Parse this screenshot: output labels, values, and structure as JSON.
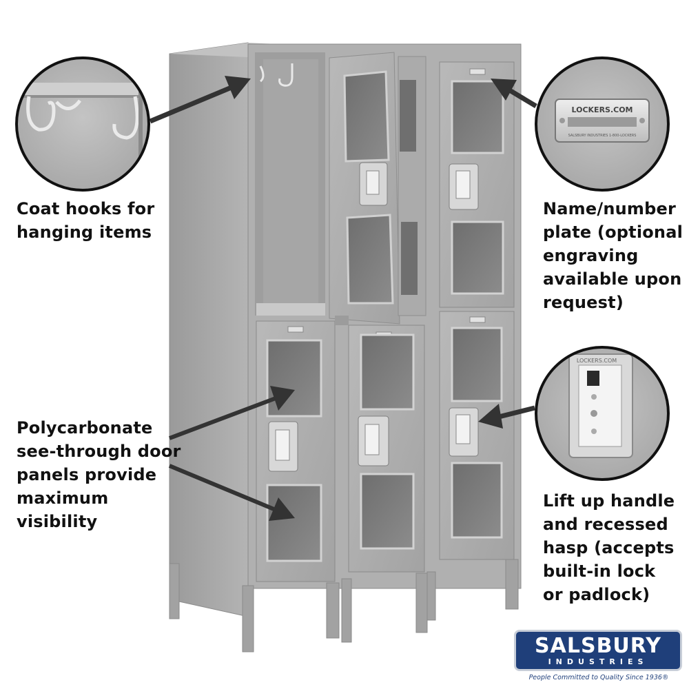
{
  "callouts": {
    "coat_hooks": "Coat hooks for\nhanging items",
    "name_plate": "Name/number\nplate (optional\nengraving\navailable upon\nrequest)",
    "polycarbonate": "Polycarbonate\nsee-through door\npanels provide\nmaximum\nvisibility",
    "lift_handle": "Lift up handle\nand recessed\nhasp (accepts\nbuilt-in lock\nor padlock)"
  },
  "inset_text": {
    "plate_brand": "LOCKERS.COM",
    "plate_small": "SALSBURY INDUSTRIES  1-800-LOCKERS",
    "handle_brand": "LOCKERS.COM"
  },
  "logo": {
    "name": "SALSBURY",
    "sub": "INDUSTRIES",
    "tagline": "People Committed to Quality Since 1936®"
  },
  "colors": {
    "locker_gray": "#a9a9a9",
    "logo_blue": "#1f3f7a",
    "text": "#111111"
  }
}
